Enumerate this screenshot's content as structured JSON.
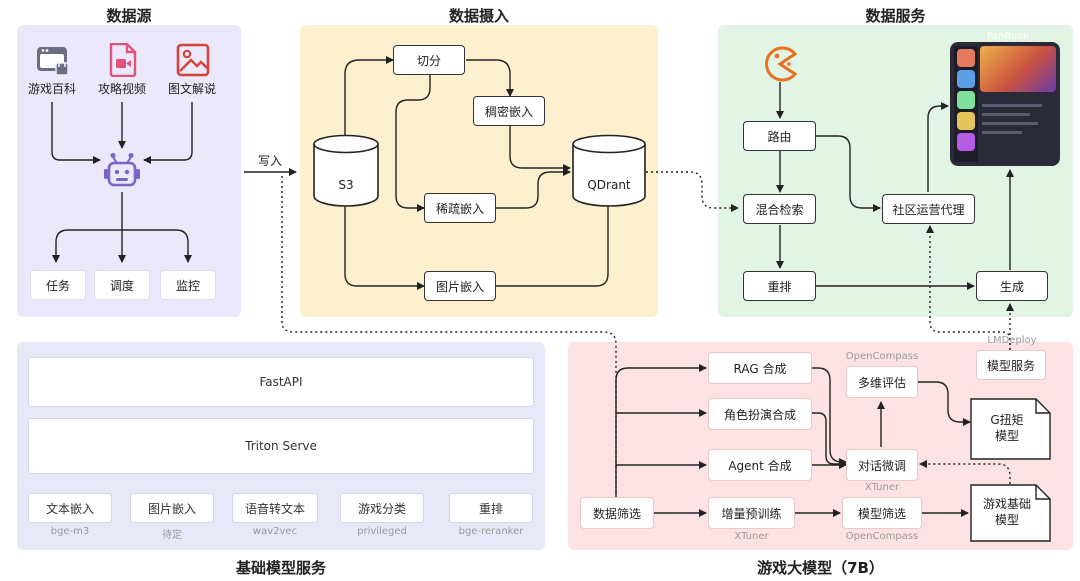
{
  "sections": {
    "data_source": "数据源",
    "data_ingest": "数据摄入",
    "data_service": "数据服务",
    "foundation": "基础模型服务",
    "game_llm": "游戏大模型（7B）"
  },
  "source": {
    "wiki": "游戏百科",
    "video": "攻略视频",
    "image_text": "图文解说",
    "task": "任务",
    "schedule": "调度",
    "monitor": "监控"
  },
  "ingest": {
    "write": "写入",
    "s3": "S3",
    "split": "切分",
    "dense": "稠密嵌入",
    "sparse": "稀疏嵌入",
    "image_embed": "图片嵌入",
    "qdrant": "QDrant"
  },
  "service": {
    "route": "路由",
    "hybrid": "混合检索",
    "rerank": "重排",
    "community": "社区运营代理",
    "generate": "生成",
    "fanbook": "FanBook"
  },
  "foundation": {
    "fastapi": "FastAPI",
    "triton": "Triton Serve",
    "items": [
      {
        "label": "文本嵌入",
        "sub": "bge-m3"
      },
      {
        "label": "图片嵌入",
        "sub": "待定"
      },
      {
        "label": "语音转文本",
        "sub": "wav2vec"
      },
      {
        "label": "游戏分类",
        "sub": "privileged"
      },
      {
        "label": "重排",
        "sub": "bge-reranker"
      }
    ]
  },
  "llm": {
    "rag": "RAG 合成",
    "roleplay": "角色扮演合成",
    "agent": "Agent 合成",
    "filter": "数据筛选",
    "pretrain": "增量预训练",
    "pretrain_sub": "XTuner",
    "model_filter": "模型筛选",
    "model_filter_sub": "OpenCompass",
    "multi_eval": "多维评估",
    "multi_eval_sub": "OpenCompass",
    "dialog_ft": "对话微调",
    "dialog_ft_sub": "XTuner",
    "model_service": "模型服务",
    "lmdeploy": "LMDeploy",
    "g_model": "G扭矩\n模型",
    "base_model": "游戏基础\n模型"
  }
}
